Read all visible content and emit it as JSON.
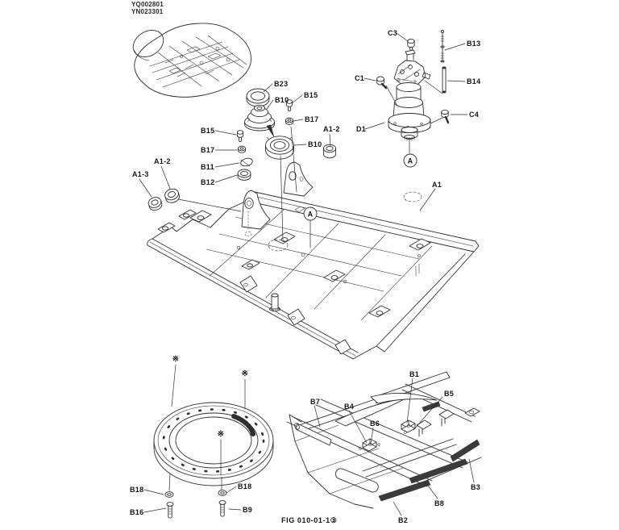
{
  "page": {
    "doc_codes": [
      "YQ002801",
      "YN023301"
    ],
    "figure_caption": "FIG 010-01-1③"
  },
  "labels": {
    "a1": "A1",
    "a1_2": "A1-2",
    "a1_3": "A1-3",
    "b1": "B1",
    "b2": "B2",
    "b3": "B3",
    "b4": "B4",
    "b5": "B5",
    "b6": "B6",
    "b7": "B7",
    "b8": "B8",
    "b9": "B9",
    "b10": "B10",
    "b11": "B11",
    "b12": "B12",
    "b13": "B13",
    "b14": "B14",
    "b15": "B15",
    "b16": "B16",
    "b17": "B17",
    "b18": "B18",
    "b23": "B23",
    "c1": "C1",
    "c3": "C3",
    "c4": "C4",
    "d1": "D1",
    "circled_view": "A",
    "reference_mark": "※"
  },
  "colors": {
    "line": "#2f2f2f",
    "dark_fill": "#3b3b3b",
    "text": "#161616",
    "background": "#ffffff"
  }
}
